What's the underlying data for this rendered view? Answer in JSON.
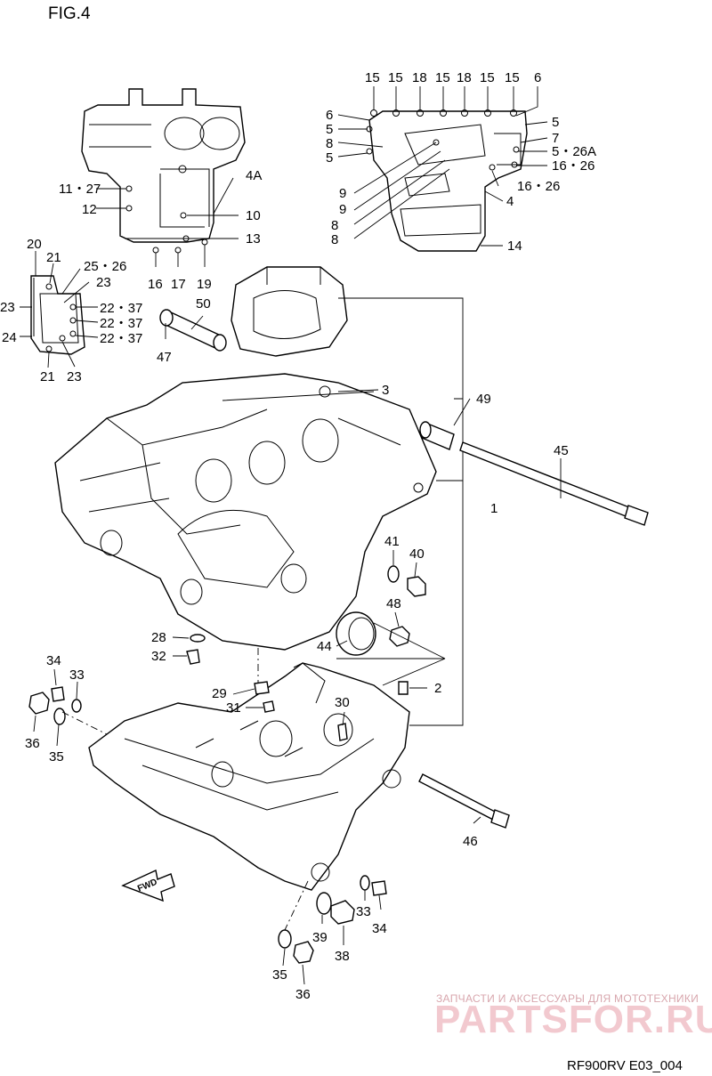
{
  "figure_title": "FIG.4",
  "diagram_code": "RF900RV E03_004",
  "fwd_label": "FWD",
  "watermark": {
    "tagline": "ЗАПЧАСТИ И АКСЕССУАРЫ ДЛЯ МОТОТЕХНИКИ",
    "brand": "PARTSFOR.RU"
  },
  "callouts": [
    {
      "id": "c1",
      "text": "15"
    },
    {
      "id": "c2",
      "text": "15"
    },
    {
      "id": "c3",
      "text": "18"
    },
    {
      "id": "c4",
      "text": "15"
    },
    {
      "id": "c5",
      "text": "18"
    },
    {
      "id": "c6",
      "text": "15"
    },
    {
      "id": "c7",
      "text": "15"
    },
    {
      "id": "c8",
      "text": "6"
    },
    {
      "id": "c9",
      "text": "6"
    },
    {
      "id": "c10",
      "text": "5"
    },
    {
      "id": "c11",
      "text": "8"
    },
    {
      "id": "c12",
      "text": "5"
    },
    {
      "id": "c13",
      "text": "5"
    },
    {
      "id": "c14",
      "text": "7"
    },
    {
      "id": "c15",
      "text": "5・26A"
    },
    {
      "id": "c16",
      "text": "16・26"
    },
    {
      "id": "c17",
      "text": "16・26"
    },
    {
      "id": "c18",
      "text": "9"
    },
    {
      "id": "c19",
      "text": "9"
    },
    {
      "id": "c20",
      "text": "8"
    },
    {
      "id": "c21",
      "text": "8"
    },
    {
      "id": "c22",
      "text": "4"
    },
    {
      "id": "c23",
      "text": "14"
    },
    {
      "id": "c24",
      "text": "4A"
    },
    {
      "id": "c25",
      "text": "11・27"
    },
    {
      "id": "c26",
      "text": "12"
    },
    {
      "id": "c27",
      "text": "10"
    },
    {
      "id": "c28",
      "text": "13"
    },
    {
      "id": "c29",
      "text": "16"
    },
    {
      "id": "c30",
      "text": "17"
    },
    {
      "id": "c31",
      "text": "19"
    },
    {
      "id": "c32",
      "text": "20"
    },
    {
      "id": "c33",
      "text": "21"
    },
    {
      "id": "c34",
      "text": "25・26"
    },
    {
      "id": "c35",
      "text": "23"
    },
    {
      "id": "c36",
      "text": "23"
    },
    {
      "id": "c37",
      "text": "22・37"
    },
    {
      "id": "c38",
      "text": "22・37"
    },
    {
      "id": "c39",
      "text": "22・37"
    },
    {
      "id": "c40",
      "text": "24"
    },
    {
      "id": "c41",
      "text": "21"
    },
    {
      "id": "c42",
      "text": "23"
    },
    {
      "id": "c43",
      "text": "50"
    },
    {
      "id": "c44",
      "text": "47"
    },
    {
      "id": "c45",
      "text": "3"
    },
    {
      "id": "c46",
      "text": "49"
    },
    {
      "id": "c47",
      "text": "45"
    },
    {
      "id": "c48",
      "text": "1"
    },
    {
      "id": "c49",
      "text": "41"
    },
    {
      "id": "c50",
      "text": "40"
    },
    {
      "id": "c51",
      "text": "48"
    },
    {
      "id": "c52",
      "text": "44"
    },
    {
      "id": "c53",
      "text": "28"
    },
    {
      "id": "c54",
      "text": "32"
    },
    {
      "id": "c55",
      "text": "34"
    },
    {
      "id": "c56",
      "text": "33"
    },
    {
      "id": "c57",
      "text": "36"
    },
    {
      "id": "c58",
      "text": "35"
    },
    {
      "id": "c59",
      "text": "29"
    },
    {
      "id": "c60",
      "text": "31"
    },
    {
      "id": "c61",
      "text": "30"
    },
    {
      "id": "c62",
      "text": "2"
    },
    {
      "id": "c63",
      "text": "46"
    },
    {
      "id": "c64",
      "text": "33"
    },
    {
      "id": "c65",
      "text": "34"
    },
    {
      "id": "c66",
      "text": "39"
    },
    {
      "id": "c67",
      "text": "38"
    },
    {
      "id": "c68",
      "text": "35"
    },
    {
      "id": "c69",
      "text": "36"
    }
  ]
}
